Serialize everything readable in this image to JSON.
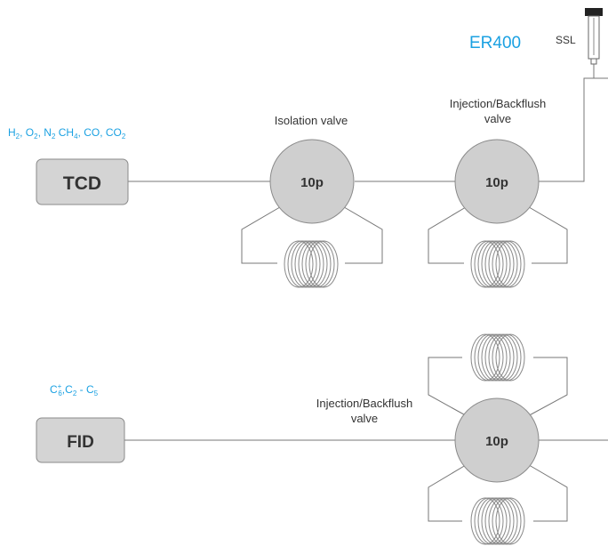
{
  "colors": {
    "accent": "#1ba1e2",
    "line": "#777777",
    "detector_fill": "#d4d4d4",
    "valve_fill": "#cfcfcf",
    "text": "#333333"
  },
  "header": {
    "title": "ER400"
  },
  "inlet": {
    "label": "SSL"
  },
  "tcd": {
    "label": "TCD",
    "gases": {
      "h2": "H",
      "h2_sub": "2",
      "o2": "O",
      "o2_sub": "2",
      "n2": "N",
      "n2_sub": "2",
      "ch4": "CH",
      "ch4_sub": "4",
      "co": "CO",
      "co2": "CO",
      "co2_sub": "2"
    }
  },
  "fid": {
    "label": "FID",
    "range": {
      "c6": "C",
      "c6_sub": "6",
      "c6_sup": "+",
      "c2": "C",
      "c2_sub": "2",
      "dash": "-",
      "c5": "C",
      "c5_sub": "5"
    }
  },
  "valves": {
    "isolation": {
      "title": "Isolation valve",
      "label": "10p"
    },
    "injection_top": {
      "title_line1": "Injection/Backflush",
      "title_line2": "valve",
      "label": "10p"
    },
    "injection_bottom": {
      "title_line1": "Injection/Backflush",
      "title_line2": "valve",
      "label": "10p"
    }
  },
  "icons": {
    "coil": "column-coil-icon",
    "injector": "syringe-icon"
  }
}
